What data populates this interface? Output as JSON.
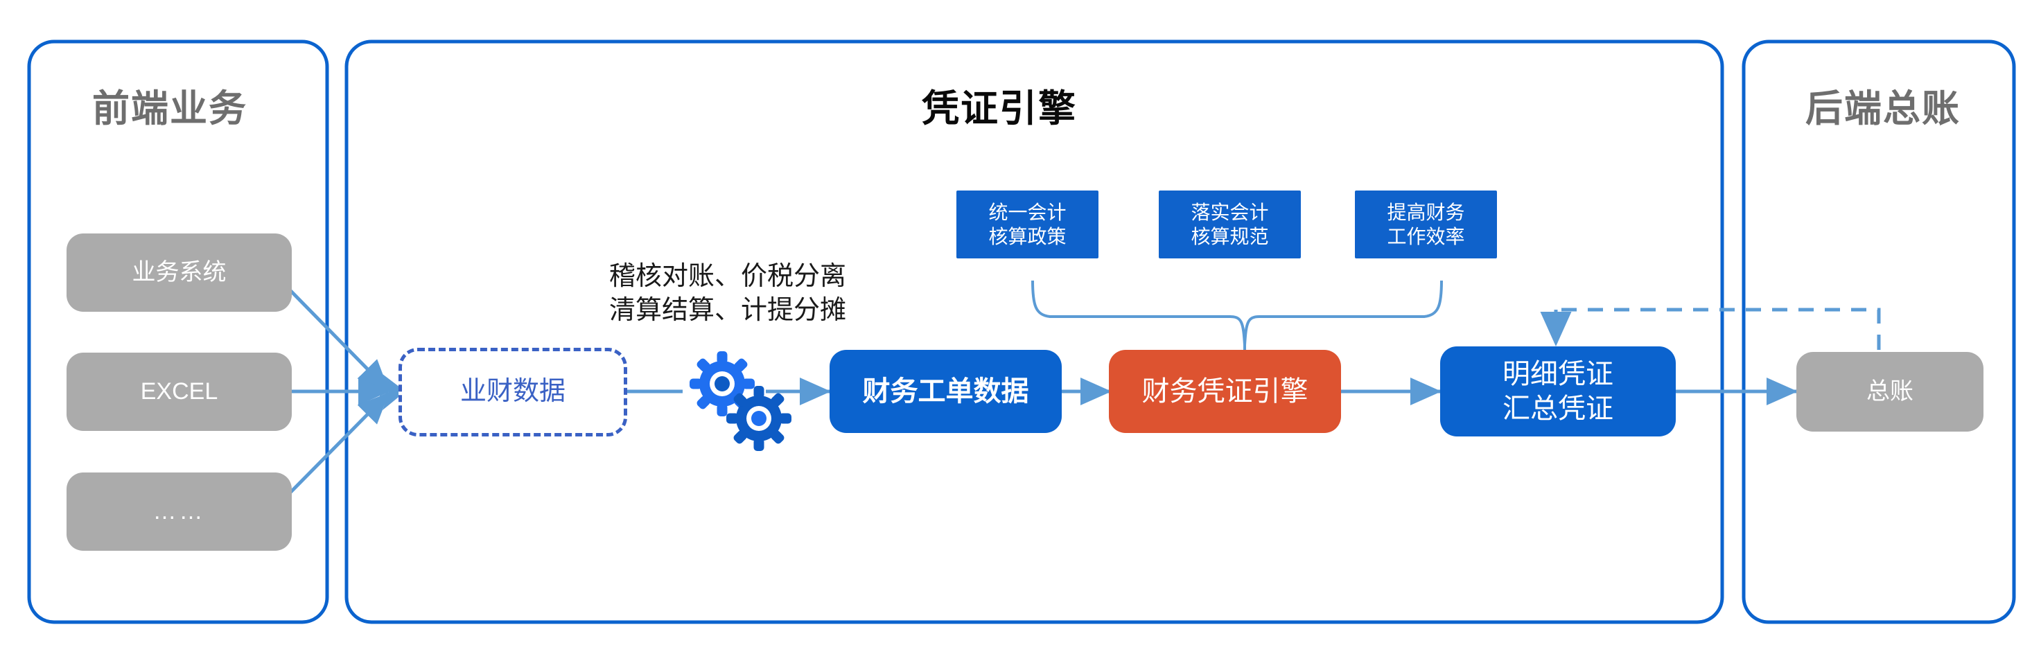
{
  "diagram": {
    "title_left": "前端业务",
    "title_center": "凭证引擎",
    "title_right": "后端总账",
    "colors": {
      "panel_border": "#0b63ce",
      "blue": "#0b63ce",
      "badge_blue": "#0f62cb",
      "orange": "#dd5330",
      "gray": "#ababab",
      "dashed_blue": "#3a61c4",
      "arrow_blue": "#5b9bd5",
      "title_gray": "#6e6e6e"
    }
  },
  "left_panel": {
    "title": "前端业务",
    "sources": [
      {
        "label": "业务系统"
      },
      {
        "label": "EXCEL"
      },
      {
        "label": "……"
      }
    ]
  },
  "center_panel": {
    "title": "凭证引擎",
    "badges": [
      {
        "line1": "统一会计",
        "line2": "核算政策"
      },
      {
        "line1": "落实会计",
        "line2": "核算规范"
      },
      {
        "line1": "提高财务",
        "line2": "工作效率"
      }
    ],
    "annotation": "稽核对账、价税分离\n清算结算、计提分摊",
    "collector": {
      "label": "业财数据"
    },
    "gears_icon": "gears-icon",
    "steps": [
      {
        "label": "财务工单数据",
        "style": "blue"
      },
      {
        "label": "财务凭证引擎",
        "style": "orange"
      },
      {
        "line1": "明细凭证",
        "line2": "汇总凭证",
        "style": "blue"
      }
    ]
  },
  "right_panel": {
    "title": "后端总账",
    "ledger": {
      "label": "总账"
    }
  }
}
